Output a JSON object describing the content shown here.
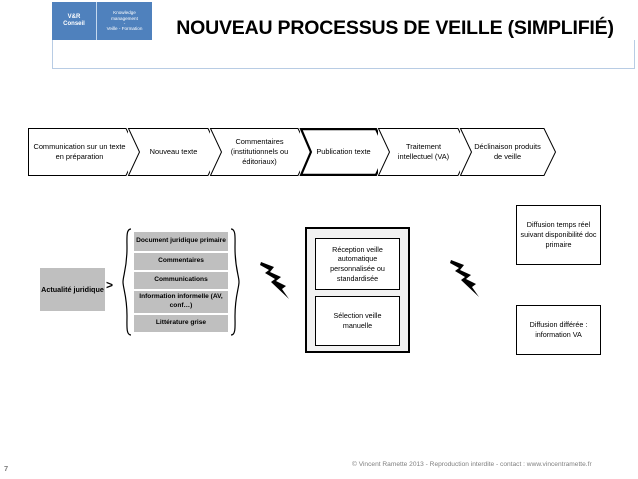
{
  "header": {
    "logo": {
      "name": "V&R\nConseil",
      "name_line1": "V&R",
      "name_line2": "Conseil",
      "tagline": "Knowledge management - Veille - Formation",
      "tagline_line1": "Knowledge",
      "tagline_line2": "management",
      "tagline_line3": "-",
      "tagline_line4": "Veille - Formation",
      "background_color": "#4f81bd"
    },
    "title": "NOUVEAU PROCESSUS DE VEILLE (SIMPLIFIÉ)",
    "rule_color": "#b8cce4"
  },
  "process": {
    "steps": [
      {
        "label": "Communication sur un texte en préparation",
        "emphasis": false
      },
      {
        "label": "Nouveau texte",
        "emphasis": false
      },
      {
        "label": "Commentaires (institutionnels ou éditoriaux)",
        "emphasis": false
      },
      {
        "label": "Publication texte",
        "emphasis": true
      },
      {
        "label": "Traitement intellectuel (VA)",
        "emphasis": false
      },
      {
        "label": "Déclinaison produits de veille",
        "emphasis": false
      }
    ]
  },
  "sources": {
    "input_label": "Actualité juridique",
    "arrow_glyph": ">",
    "items": [
      {
        "label": "Document juridique primaire"
      },
      {
        "label": "Commentaires"
      },
      {
        "label": "Communications"
      },
      {
        "label": "Information informelle (AV, conf…)"
      },
      {
        "label": "Littérature grise"
      }
    ],
    "fill_color": "#bfbfbf"
  },
  "veille": {
    "container_fill": "#f2f2f2",
    "boxes": [
      {
        "label": "Réception veille automatique personnalisée ou standardisée"
      },
      {
        "label": "Sélection veille manuelle"
      }
    ]
  },
  "diffusion": {
    "boxes": [
      {
        "label": "Diffusion temps réel suivant disponibilité doc primaire"
      },
      {
        "label": "Diffusion différée : information VA"
      }
    ]
  },
  "connectors": [
    {
      "icon": "lightning-bolt-icon"
    },
    {
      "icon": "lightning-bolt-icon"
    }
  ],
  "footer": {
    "page_number": "7",
    "credit": "© Vincent Ramette 2013 - Reproduction interdite - contact : www.vincentramette.fr"
  }
}
